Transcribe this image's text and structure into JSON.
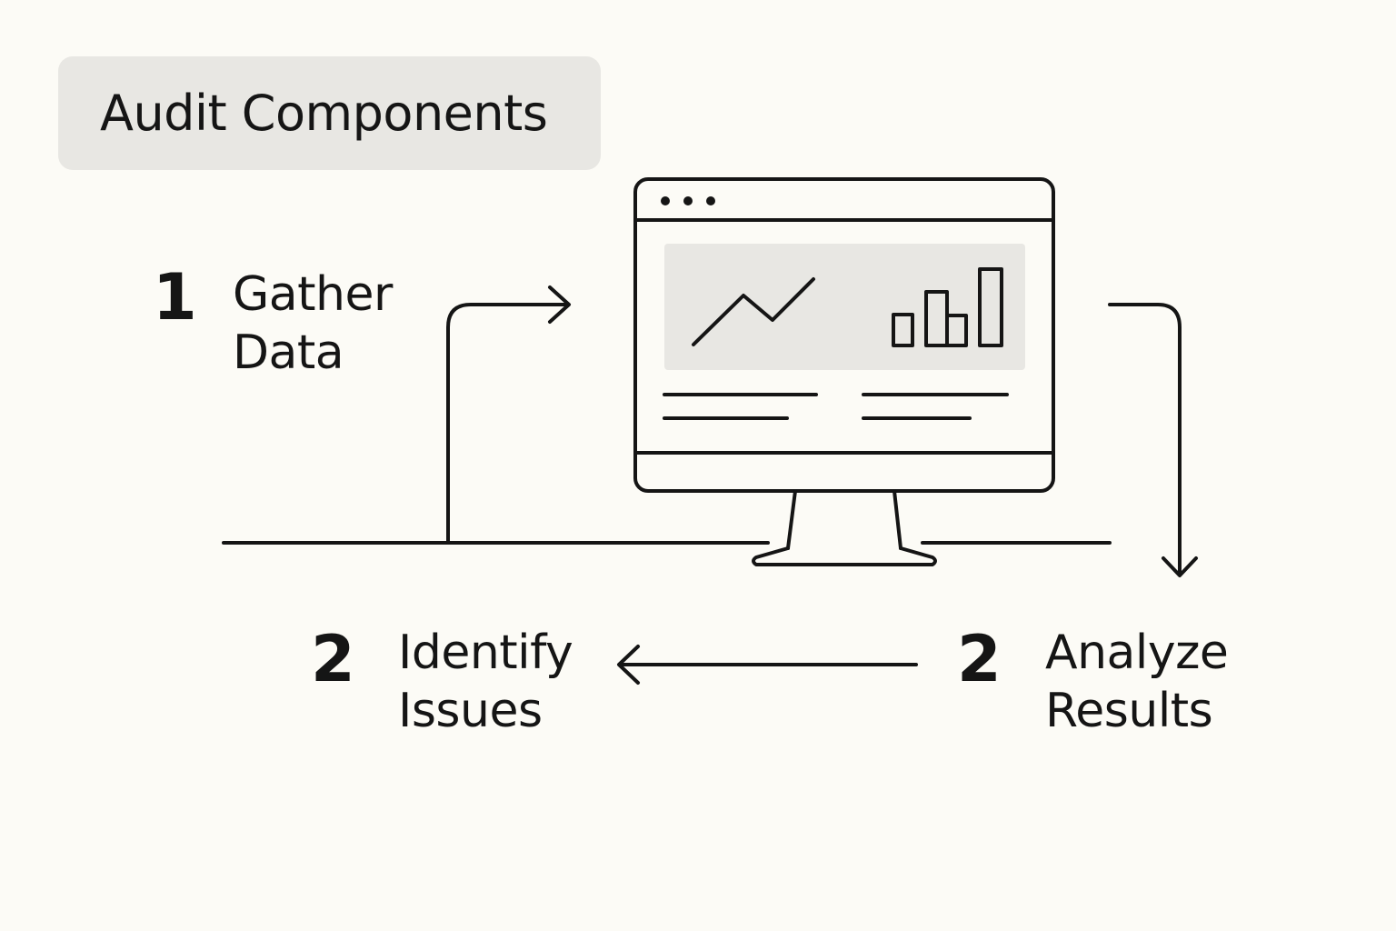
{
  "title": "Audit Components",
  "colors": {
    "background": "#fcfbf6",
    "title_box": "#e8e7e3",
    "ink": "#151515",
    "screen_panel": "#e8e7e3"
  },
  "steps": [
    {
      "number": "1",
      "line1": "Gather",
      "line2": "Data"
    },
    {
      "number": "2",
      "line1": "Analyze",
      "line2": "Results"
    },
    {
      "number": "2",
      "line1": "Identify",
      "line2": "Issues"
    }
  ],
  "icons": [
    "monitor-icon",
    "line-chart-icon",
    "bar-chart-icon",
    "arrow-right-icon",
    "arrow-down-icon",
    "arrow-left-icon"
  ]
}
